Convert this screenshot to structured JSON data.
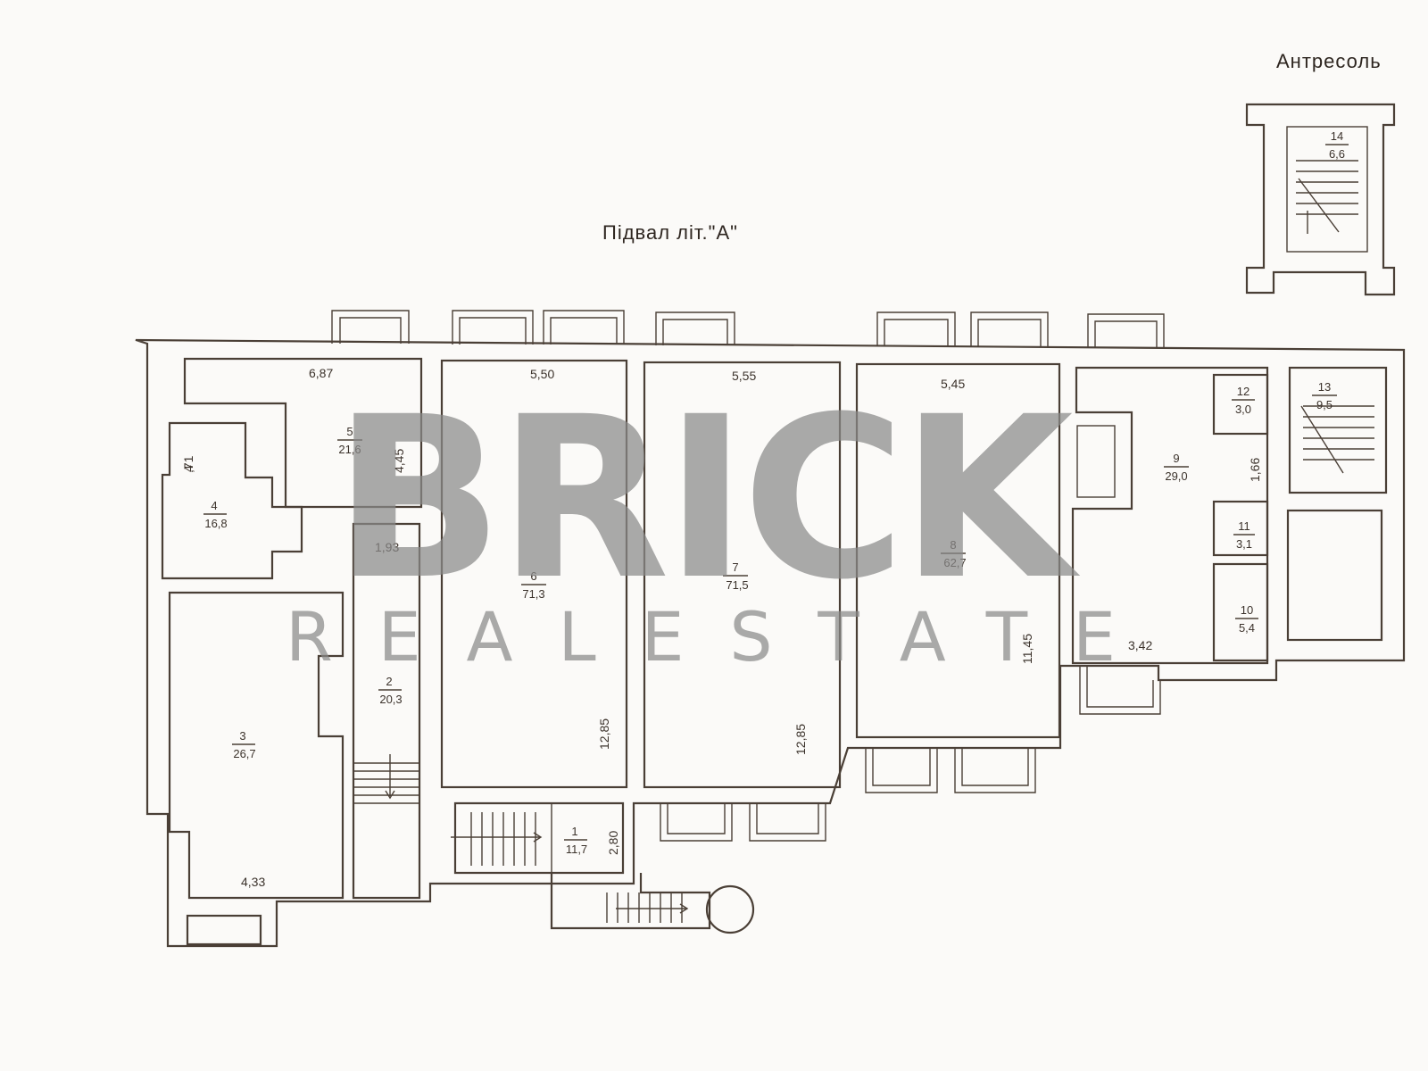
{
  "plan": {
    "basement_title": "Підвал літ.\"А\"",
    "mezzanine_title": "Антресоль"
  },
  "rooms": [
    {
      "id": "r1",
      "num": "1",
      "area": "11,7"
    },
    {
      "id": "r2",
      "num": "2",
      "area": "20,3"
    },
    {
      "id": "r3",
      "num": "3",
      "area": "26,7"
    },
    {
      "id": "r4",
      "num": "4",
      "area": "16,8"
    },
    {
      "id": "r5",
      "num": "5",
      "area": "21,6"
    },
    {
      "id": "r6",
      "num": "6",
      "area": "71,3"
    },
    {
      "id": "r7",
      "num": "7",
      "area": "71,5"
    },
    {
      "id": "r8",
      "num": "8",
      "area": "62,7"
    },
    {
      "id": "r9",
      "num": "9",
      "area": "29,0"
    },
    {
      "id": "r10",
      "num": "10",
      "area": "5,4"
    },
    {
      "id": "r11",
      "num": "11",
      "area": "3,1"
    },
    {
      "id": "r12",
      "num": "12",
      "area": "3,0"
    },
    {
      "id": "r13",
      "num": "13",
      "area": "9,5"
    },
    {
      "id": "r14",
      "num": "14",
      "area": "6,6"
    }
  ],
  "dimensions": {
    "d687": "6,87",
    "d550": "5,50",
    "d555": "5,55",
    "d545": "5,45",
    "d471": "4,71",
    "d445": "4,45",
    "d193": "1,93",
    "d1285a": "12,85",
    "d1285b": "12,85",
    "d1145": "11,45",
    "d166": "1,66",
    "d342": "3,42",
    "d433": "4,33",
    "d280": "2,80"
  },
  "watermark": {
    "brand": "BRICK",
    "tagline": "REALESTATE"
  }
}
